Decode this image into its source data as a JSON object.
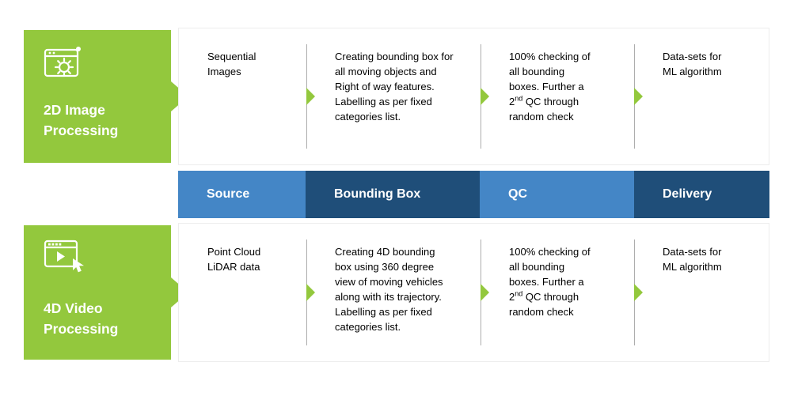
{
  "colors": {
    "green": "#93C83D",
    "blue_light": "#4486C6",
    "blue_dark": "#1F4E79",
    "text": "#000000",
    "white": "#FFFFFF"
  },
  "header": {
    "columns": [
      {
        "label": "Source",
        "shade": "light"
      },
      {
        "label": "Bounding Box",
        "shade": "dark"
      },
      {
        "label": "QC",
        "shade": "light"
      },
      {
        "label": "Delivery",
        "shade": "dark"
      }
    ]
  },
  "rows": [
    {
      "title": "2D Image Processing",
      "icon": "window-gear-icon",
      "cells": [
        "Sequential Images",
        "Creating bounding box for all moving objects and Right of way features. Labelling as per fixed categories list.",
        {
          "pre": "100% checking of all bounding boxes. Further a 2",
          "sup": "nd",
          "post": " QC through random check"
        },
        "Data-sets for ML algorithm"
      ]
    },
    {
      "title": "4D Video Processing",
      "icon": "video-play-click-icon",
      "cells": [
        "Point Cloud LiDAR data",
        "Creating 4D bounding box using 360 degree view of moving vehicles along with its trajectory. Labelling as per fixed categories list.",
        {
          "pre": "100% checking of all bounding boxes. Further a 2",
          "sup": "nd",
          "post": " QC through random check"
        },
        "Data-sets for ML algorithm"
      ]
    }
  ]
}
